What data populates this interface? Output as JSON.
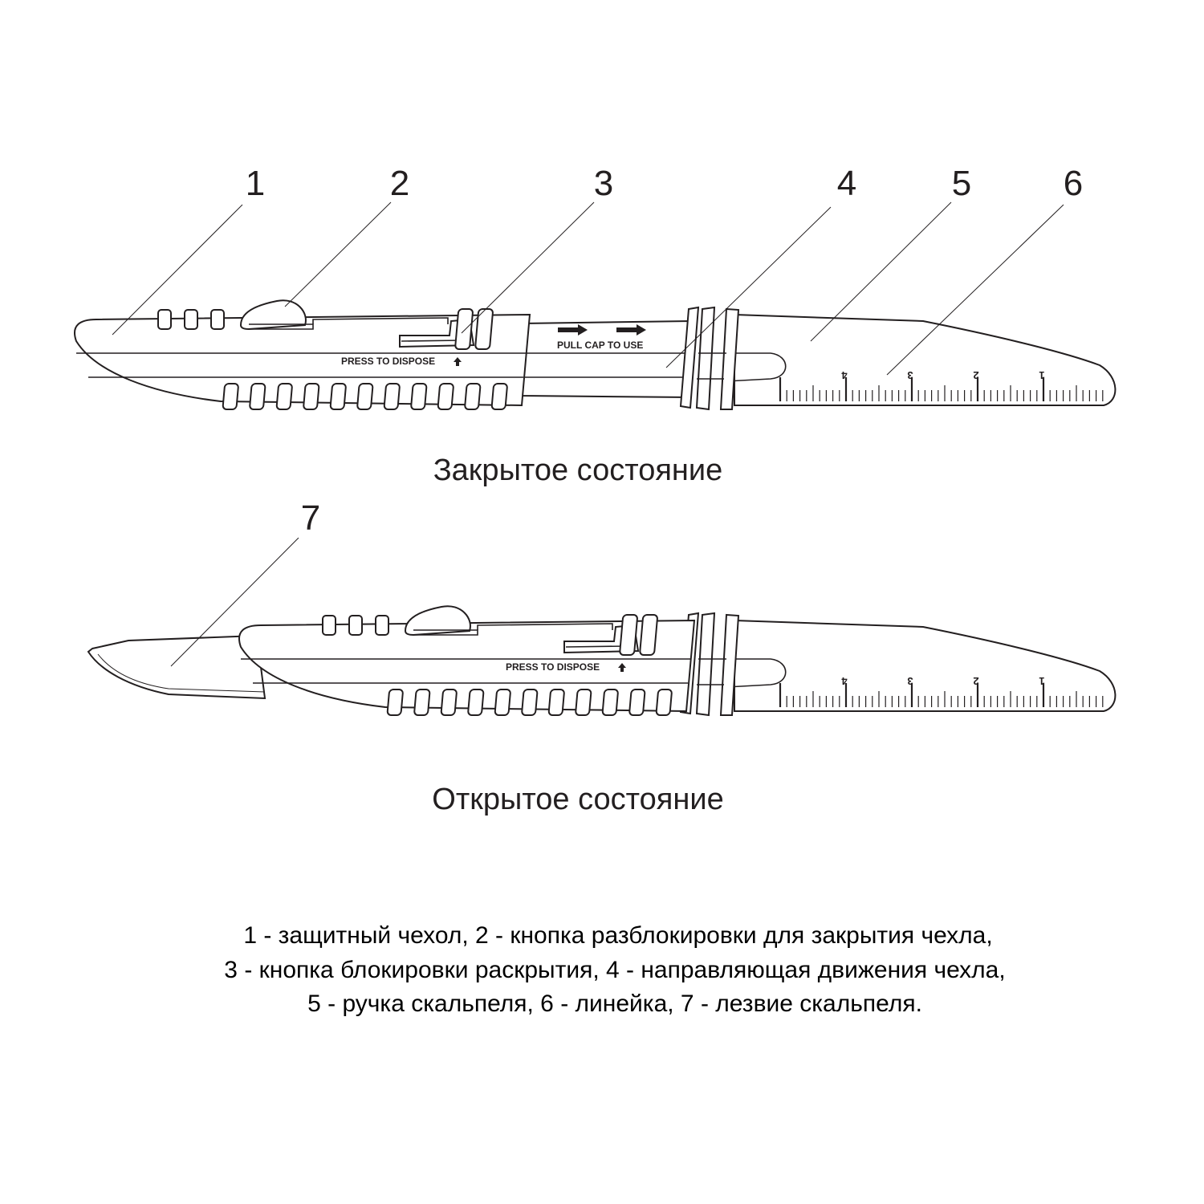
{
  "callouts": [
    "1",
    "2",
    "3",
    "4",
    "5",
    "6",
    "7"
  ],
  "device_text": {
    "press_to_dispose": "PRESS TO DISPOSE",
    "pull_cap_to_use": "PULL CAP TO USE"
  },
  "ruler_labels": [
    "4",
    "3",
    "2",
    "1"
  ],
  "captions": {
    "closed": "Закрытое состояние",
    "open": "Открытое состояние"
  },
  "legend": [
    "1 - защитный чехол, 2 - кнопка разблокировки для закрытия чехла,",
    "3 - кнопка блокировки раскрытия, 4 - направляющая движения чехла,",
    "5 - ручка скальпеля, 6 - линейка, 7 - лезвие скальпеля."
  ]
}
